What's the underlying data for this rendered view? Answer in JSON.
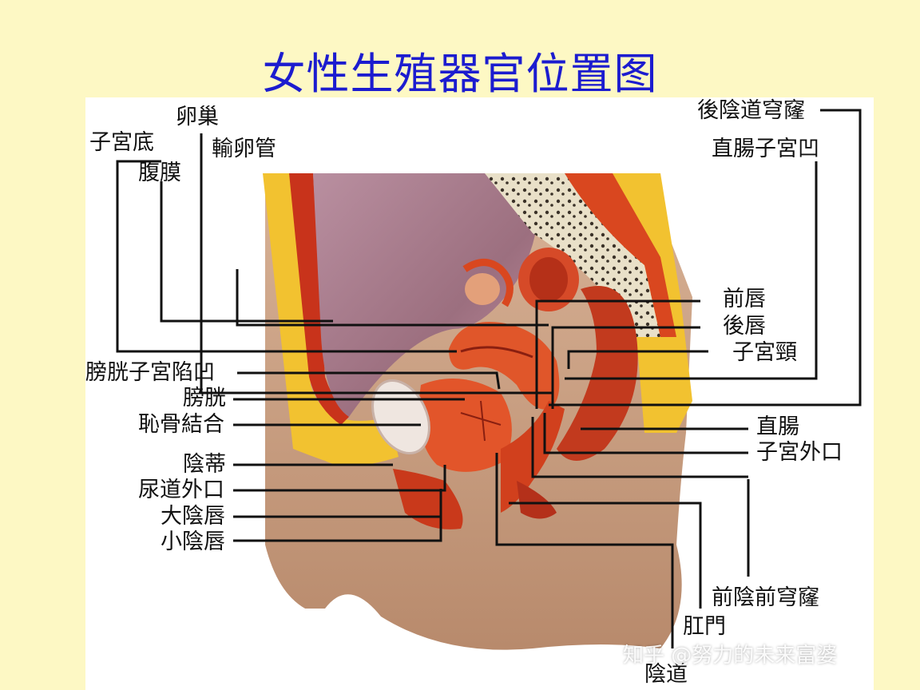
{
  "title": "女性生殖器官位置图",
  "labels": {
    "ovary": "卵巢",
    "fundus": "子宮底",
    "fallopian_tube": "輸卵管",
    "peritoneum": "腹膜",
    "vesicouterine_pouch": "膀胱子宮陷凹",
    "bladder": "膀胱",
    "pubic_symphysis": "恥骨結合",
    "clitoris": "陰蒂",
    "urethral_orifice": "尿道外口",
    "labia_majora": "大陰唇",
    "labia_minora": "小陰唇",
    "posterior_fornix": "後陰道穹窿",
    "rectouterine_pouch": "直腸子宮凹",
    "anterior_lip": "前唇",
    "posterior_lip": "後唇",
    "cervix": "子宮頸",
    "rectum": "直腸",
    "external_os": "子宮外口",
    "anterior_fornix": "前陰前穹窿",
    "anus": "肛門",
    "vagina": "陰道"
  },
  "watermark": "知乎 @努力的未来富婆",
  "colors": {
    "background": "#fdf8c4",
    "title": "#1c1ccf",
    "muscle": "#d9471f",
    "fat": "#f2c230",
    "skin": "#c79a7c",
    "cavity": "#a9788a"
  }
}
